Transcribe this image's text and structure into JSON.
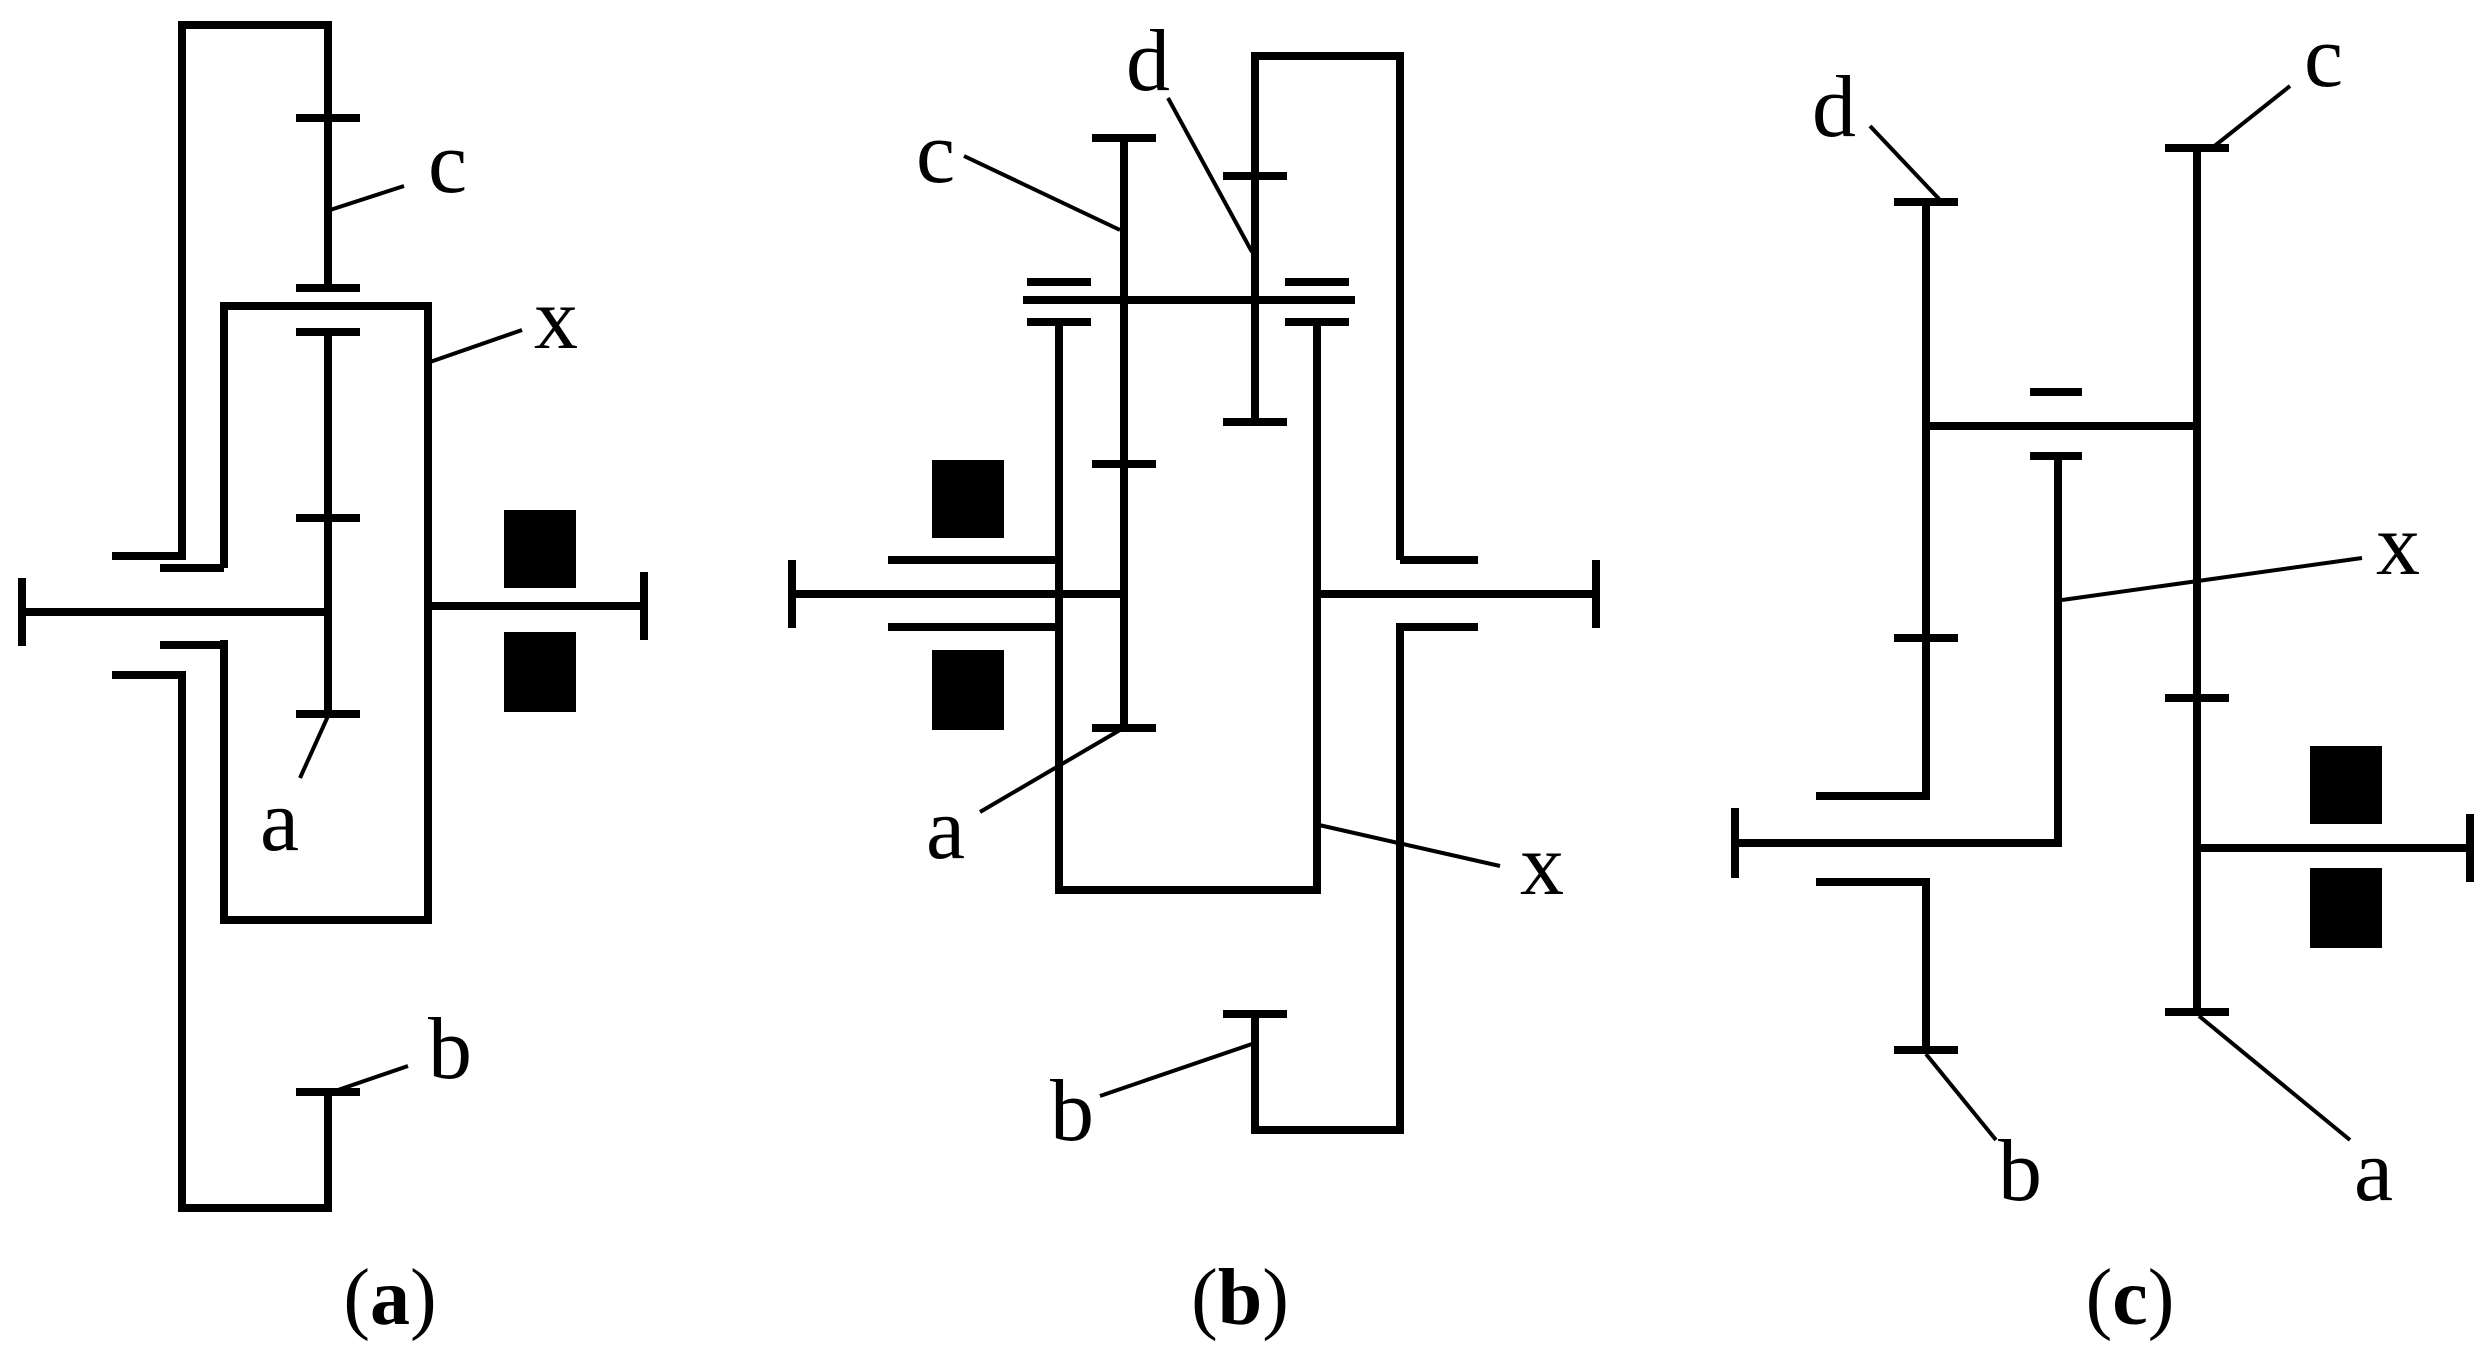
{
  "panels": [
    {
      "id": "a",
      "caption_open": "(",
      "caption_letter": "a",
      "caption_close": ")",
      "labels": {
        "a": "a",
        "b": "b",
        "c": "c",
        "x": "x"
      }
    },
    {
      "id": "b",
      "caption_open": "(",
      "caption_letter": "b",
      "caption_close": ")",
      "labels": {
        "a": "a",
        "b": "b",
        "c": "c",
        "d": "d",
        "x": "x"
      }
    },
    {
      "id": "c",
      "caption_open": "(",
      "caption_letter": "c",
      "caption_close": ")",
      "labels": {
        "a": "a",
        "b": "b",
        "c": "c",
        "d": "d",
        "x": "x"
      }
    }
  ],
  "colors": {
    "line": "#000000",
    "background": "#ffffff"
  }
}
